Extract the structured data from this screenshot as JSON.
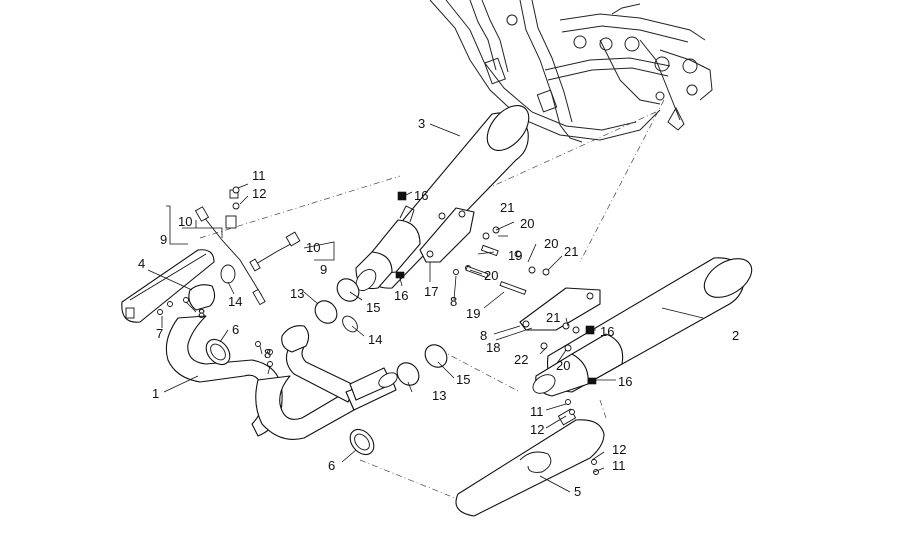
{
  "diagram": {
    "background_color": "#ffffff",
    "line_color": "#111111",
    "callouts": [
      {
        "id": "c1",
        "label": "1"
      },
      {
        "id": "c2",
        "label": "2"
      },
      {
        "id": "c3",
        "label": "3"
      },
      {
        "id": "c4",
        "label": "4"
      },
      {
        "id": "c5",
        "label": "5"
      },
      {
        "id": "c6a",
        "label": "6"
      },
      {
        "id": "c6b",
        "label": "6"
      },
      {
        "id": "c7",
        "label": "7"
      },
      {
        "id": "c8a",
        "label": "8"
      },
      {
        "id": "c8b",
        "label": "8"
      },
      {
        "id": "c8c",
        "label": "8"
      },
      {
        "id": "c8d",
        "label": "8"
      },
      {
        "id": "c9a",
        "label": "9"
      },
      {
        "id": "c9b",
        "label": "9"
      },
      {
        "id": "c10a",
        "label": "10"
      },
      {
        "id": "c10b",
        "label": "10"
      },
      {
        "id": "c11a",
        "label": "11"
      },
      {
        "id": "c11b",
        "label": "11"
      },
      {
        "id": "c11c",
        "label": "11"
      },
      {
        "id": "c12a",
        "label": "12"
      },
      {
        "id": "c12b",
        "label": "12"
      },
      {
        "id": "c12c",
        "label": "12"
      },
      {
        "id": "c13a",
        "label": "13"
      },
      {
        "id": "c13b",
        "label": "13"
      },
      {
        "id": "c14a",
        "label": "14"
      },
      {
        "id": "c14b",
        "label": "14"
      },
      {
        "id": "c15a",
        "label": "15"
      },
      {
        "id": "c15b",
        "label": "15"
      },
      {
        "id": "c16a",
        "label": "16"
      },
      {
        "id": "c16b",
        "label": "16"
      },
      {
        "id": "c16c",
        "label": "16"
      },
      {
        "id": "c16d",
        "label": "16"
      },
      {
        "id": "c17",
        "label": "17"
      },
      {
        "id": "c18",
        "label": "18"
      },
      {
        "id": "c19a",
        "label": "19"
      },
      {
        "id": "c19b",
        "label": "19"
      },
      {
        "id": "c20a",
        "label": "20"
      },
      {
        "id": "c20b",
        "label": "20"
      },
      {
        "id": "c20c",
        "label": "20"
      },
      {
        "id": "c20d",
        "label": "20"
      },
      {
        "id": "c21a",
        "label": "21"
      },
      {
        "id": "c21b",
        "label": "21"
      },
      {
        "id": "c21c",
        "label": "21"
      },
      {
        "id": "c22",
        "label": "22"
      }
    ]
  }
}
